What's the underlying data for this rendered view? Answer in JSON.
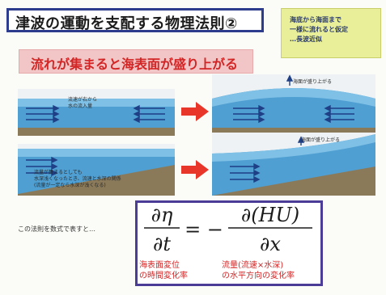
{
  "slide": {
    "title": "津波の運動を支配する物理法則②",
    "note": "海底から海面まで\n一様に流れると仮定\n…長波近似",
    "subtitle": "流れが集まると海表面が盛り上がる",
    "annotations": {
      "panel1": "流速が右から\n水の流入量",
      "panel2": "海面が盛り上がる",
      "panel3": "流量が集まるとしても\n水深浅くなったとき、流速と水深の関係\n(流量が一定なら水深が浅くなる)",
      "panel4": "海面が盛り上がる"
    },
    "equation_intro": "この法則を数式で表すと…",
    "formula": {
      "lhs_num": "∂η",
      "lhs_den": "∂t",
      "equals": "= −",
      "rhs_num": "∂(HU)",
      "rhs_den": "∂x"
    },
    "caption_left": "海表面変位\nの時間変化率",
    "caption_right": "流量(流速×水深)\nの水平方向の変化率"
  }
}
